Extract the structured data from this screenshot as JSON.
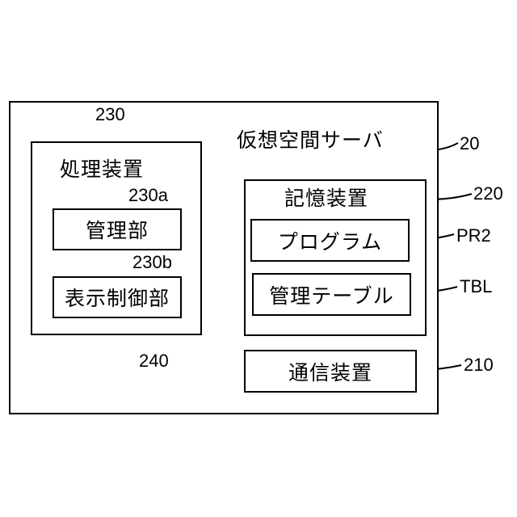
{
  "server": {
    "title": "仮想空間サーバ",
    "ref": "20"
  },
  "processing": {
    "title": "処理装置",
    "ref": "230",
    "management": {
      "label": "管理部",
      "ref": "230a"
    },
    "display_control": {
      "label": "表示制御部",
      "ref": "230b"
    }
  },
  "storage": {
    "title": "記憶装置",
    "ref": "220",
    "program": {
      "label": "プログラム",
      "ref": "PR2"
    },
    "table": {
      "label": "管理テーブル",
      "ref": "TBL"
    }
  },
  "communication": {
    "label": "通信装置",
    "ref": "210"
  },
  "bus": {
    "ref": "240"
  }
}
